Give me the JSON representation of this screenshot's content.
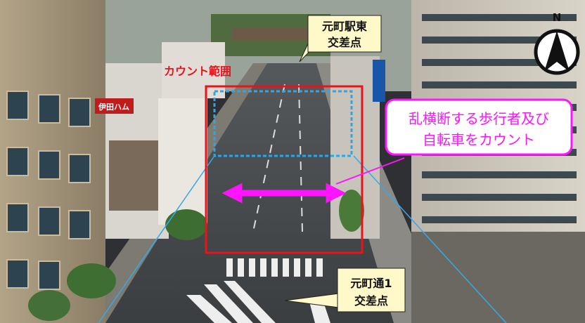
{
  "annotations": {
    "count_range_label": "カウント範囲",
    "station_east": {
      "line1": "元町駅東",
      "line2": "交差点"
    },
    "motomachi_dori": {
      "line1": "元町通1",
      "line2": "交差点"
    },
    "jaywalk_note": {
      "line1": "乱横断する歩行者及び",
      "line2": "自転車をカウント"
    },
    "compass": "N",
    "storefront_sign": "伊田ハム"
  },
  "colors": {
    "count_box": "#e8131b",
    "inner_box": "#28a8e8",
    "arrow": "#ff14ff",
    "note_border": "#ff14ff",
    "note_text": "#ff14ff",
    "label_red": "#e8131b",
    "sightline": "#36a9e8",
    "callout_fill": "#fff8c8"
  }
}
